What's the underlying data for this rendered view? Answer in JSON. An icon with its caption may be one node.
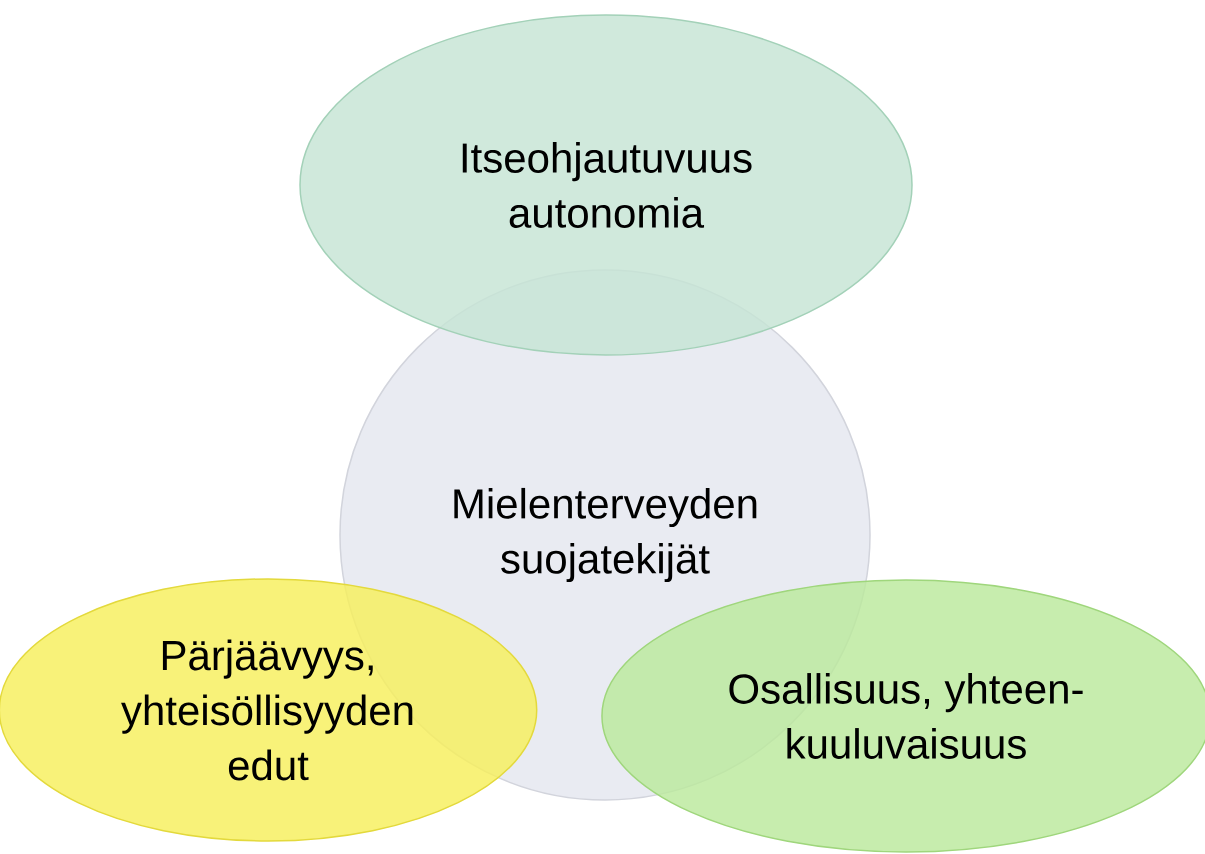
{
  "diagram": {
    "nodes": [
      {
        "text": [
          "Mielenterveyden suojatekijät"
        ]
      },
      {
        "text": [
          "Itseohjautuvuus autonomia"
        ]
      },
      {
        "text": [
          "Pärjäävyys, yhteisöllisyyden edut"
        ]
      },
      {
        "text": [
          "Osallisuus, yhteen- kuuluvaisuus"
        ]
      }
    ]
  }
}
